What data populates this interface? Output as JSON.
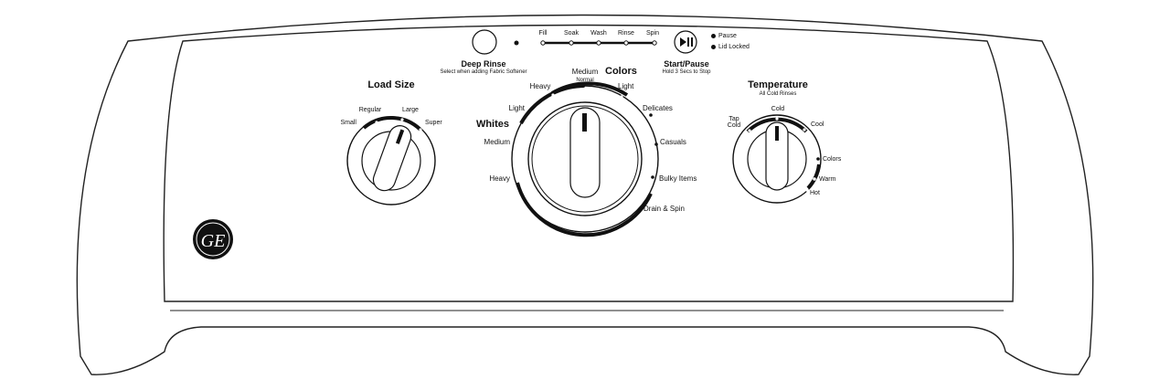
{
  "status_bar": {
    "stages": [
      "Fill",
      "Soak",
      "Wash",
      "Rinse",
      "Spin"
    ],
    "indicators": [
      "Pause",
      "Lid Locked"
    ]
  },
  "deep_rinse": {
    "label": "Deep Rinse",
    "sublabel": "Select when adding Fabric Softener"
  },
  "start_pause": {
    "label": "Start/Pause",
    "sublabel": "Hold 3 Secs to Stop",
    "icon": "play-pause-icon"
  },
  "load_size": {
    "title": "Load Size",
    "options": [
      "Small",
      "Regular",
      "Large",
      "Super"
    ]
  },
  "cycle": {
    "colors_title": "Colors",
    "whites_title": "Whites",
    "colors_options": [
      "Heavy",
      "Medium",
      "Normal",
      "Light"
    ],
    "whites_options": [
      "Light",
      "Medium",
      "Heavy"
    ],
    "other_options": [
      "Delicates",
      "Casuals",
      "Bulky Items",
      "Drain & Spin"
    ]
  },
  "temperature": {
    "title": "Temperature",
    "subtitle": "All Cold Rinses",
    "options": [
      "Tap Cold",
      "Cold",
      "Cool",
      "Colors",
      "Warm",
      "Hot"
    ]
  },
  "brand": {
    "logo": "GE",
    "icon": "ge-logo-icon"
  }
}
